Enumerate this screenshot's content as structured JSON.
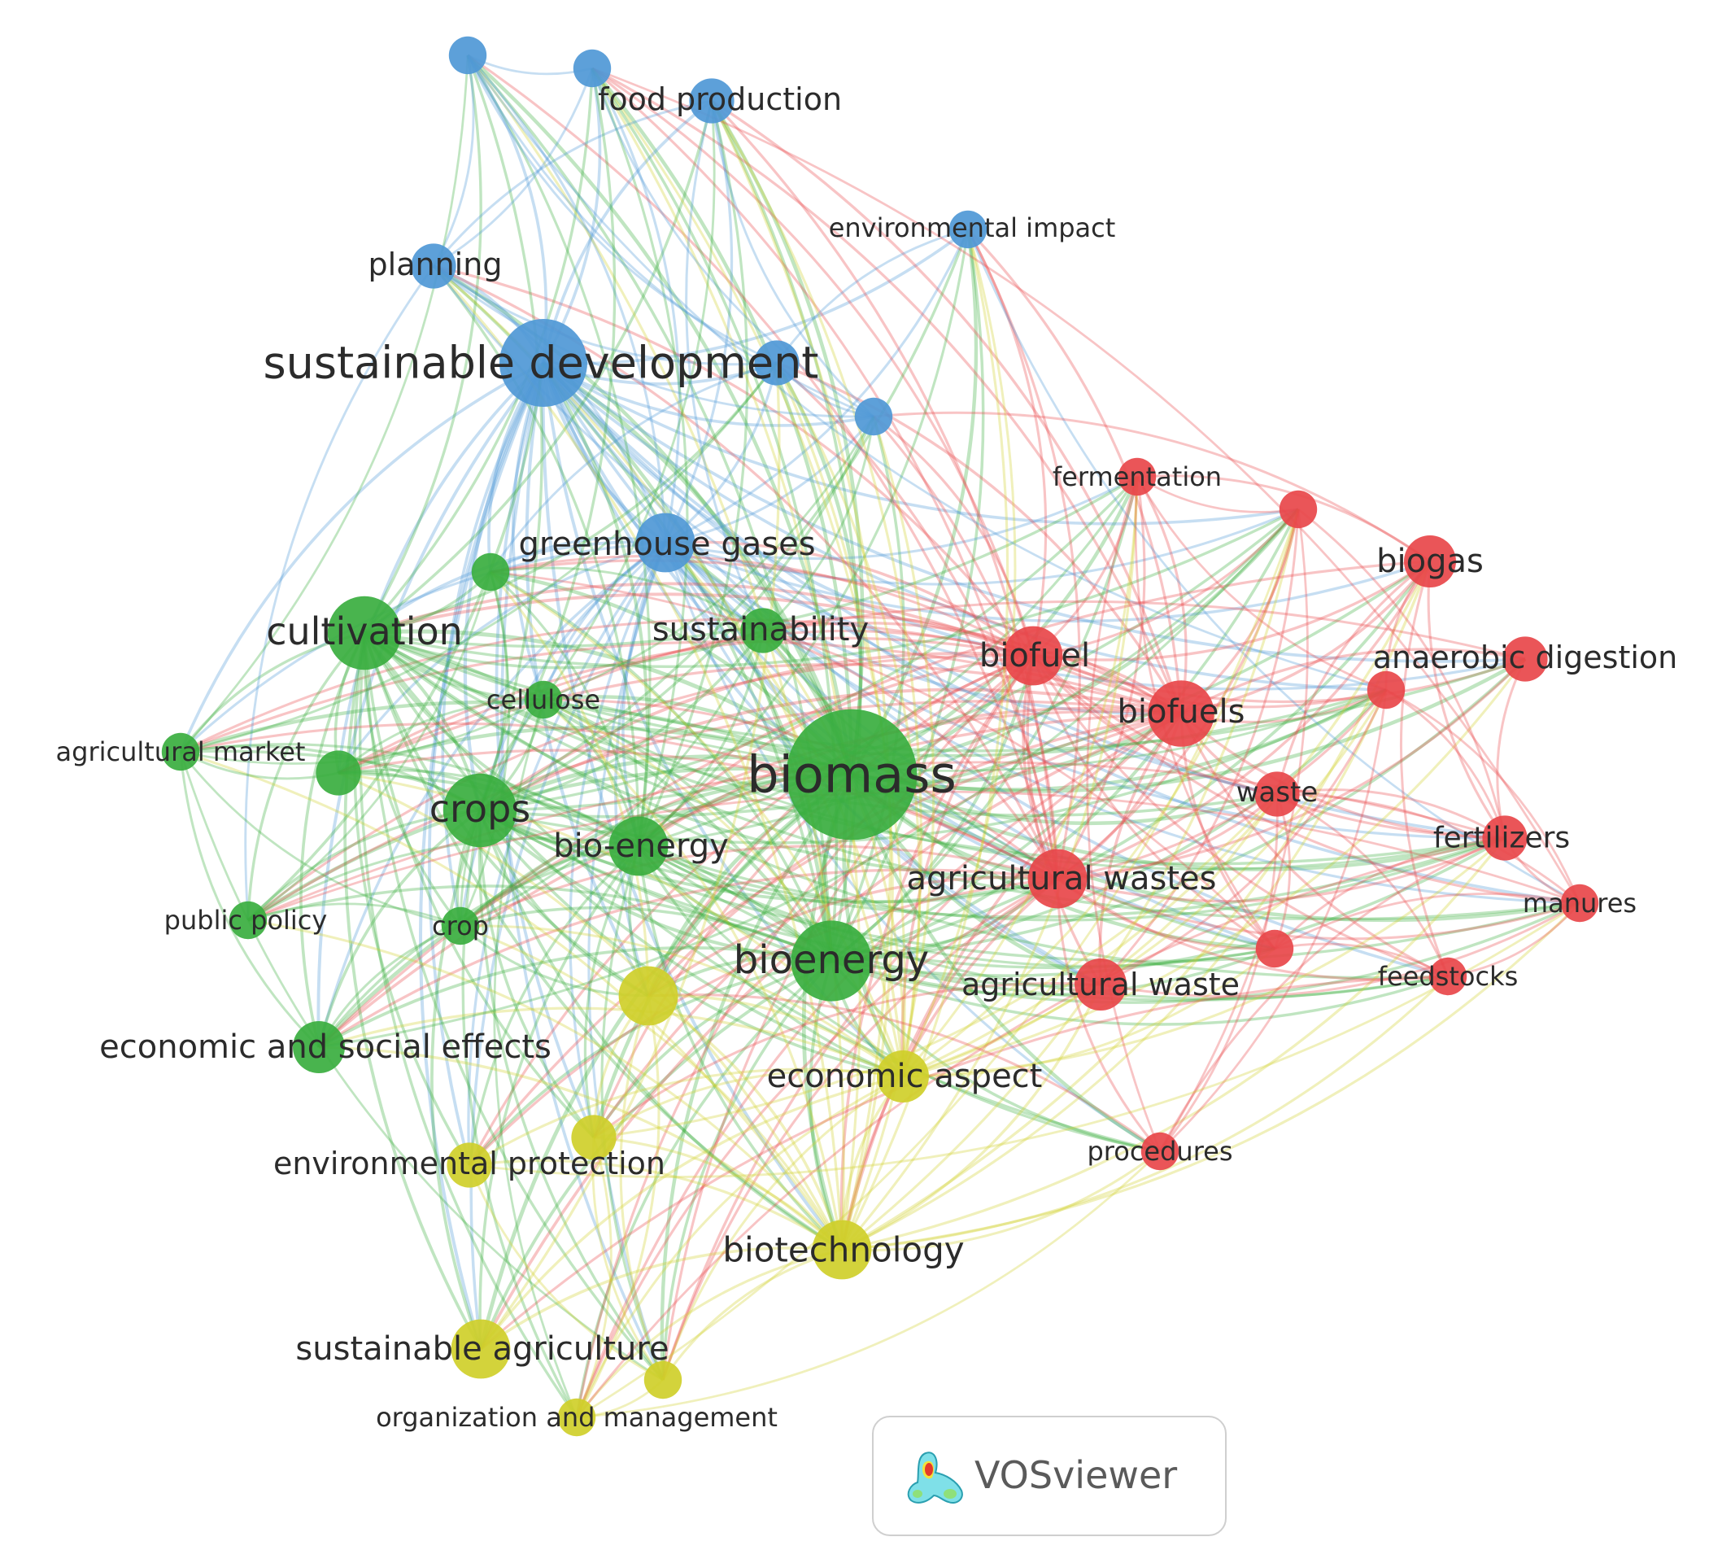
{
  "clusters": {
    "red": "#e8474a",
    "green": "#3aae3f",
    "blue": "#4f98d6",
    "yellow": "#cfcf2a"
  },
  "nodes": [
    {
      "id": "u1",
      "label": "",
      "cluster": "blue",
      "weight": 3
    },
    {
      "id": "u2",
      "label": "",
      "cluster": "blue",
      "weight": 3
    },
    {
      "id": "food-production",
      "label": "food production",
      "cluster": "blue",
      "weight": 4
    },
    {
      "id": "environmental-impact",
      "label": "environmental impact",
      "cluster": "blue",
      "weight": 3
    },
    {
      "id": "planning",
      "label": "planning",
      "cluster": "blue",
      "weight": 4
    },
    {
      "id": "sustainable-development",
      "label": "sustainable development",
      "cluster": "blue",
      "weight": 10
    },
    {
      "id": "u3",
      "label": "",
      "cluster": "blue",
      "weight": 4
    },
    {
      "id": "u4",
      "label": "",
      "cluster": "blue",
      "weight": 3
    },
    {
      "id": "greenhouse-gases",
      "label": "greenhouse gases",
      "cluster": "blue",
      "weight": 6
    },
    {
      "id": "fermentation",
      "label": "fermentation",
      "cluster": "red",
      "weight": 3
    },
    {
      "id": "u5",
      "label": "",
      "cluster": "red",
      "weight": 3
    },
    {
      "id": "biogas",
      "label": "biogas",
      "cluster": "red",
      "weight": 5
    },
    {
      "id": "biofuel",
      "label": "biofuel",
      "cluster": "red",
      "weight": 6
    },
    {
      "id": "anaerobic-digestion",
      "label": "anaerobic digestion",
      "cluster": "red",
      "weight": 4
    },
    {
      "id": "u6",
      "label": "",
      "cluster": "red",
      "weight": 3
    },
    {
      "id": "biofuels",
      "label": "biofuels",
      "cluster": "red",
      "weight": 7
    },
    {
      "id": "waste",
      "label": "waste",
      "cluster": "red",
      "weight": 4
    },
    {
      "id": "fertilizers",
      "label": "fertilizers",
      "cluster": "red",
      "weight": 4
    },
    {
      "id": "manures",
      "label": "manures",
      "cluster": "red",
      "weight": 3
    },
    {
      "id": "agricultural-wastes",
      "label": "agricultural wastes",
      "cluster": "red",
      "weight": 6
    },
    {
      "id": "u7",
      "label": "",
      "cluster": "red",
      "weight": 3
    },
    {
      "id": "agricultural-waste",
      "label": "agricultural waste",
      "cluster": "red",
      "weight": 5
    },
    {
      "id": "feedstocks",
      "label": "feedstocks",
      "cluster": "red",
      "weight": 3
    },
    {
      "id": "procedures",
      "label": "procedures",
      "cluster": "red",
      "weight": 3
    },
    {
      "id": "u8",
      "label": "",
      "cluster": "green",
      "weight": 3
    },
    {
      "id": "cultivation",
      "label": "cultivation",
      "cluster": "green",
      "weight": 8
    },
    {
      "id": "sustainability",
      "label": "sustainability",
      "cluster": "green",
      "weight": 4
    },
    {
      "id": "cellulose",
      "label": "cellulose",
      "cluster": "green",
      "weight": 3
    },
    {
      "id": "agricultural-market",
      "label": "agricultural market",
      "cluster": "green",
      "weight": 3
    },
    {
      "id": "u9",
      "label": "",
      "cluster": "green",
      "weight": 4
    },
    {
      "id": "biomass",
      "label": "biomass",
      "cluster": "green",
      "weight": 16
    },
    {
      "id": "crops",
      "label": "crops",
      "cluster": "green",
      "weight": 8
    },
    {
      "id": "bio-energy",
      "label": "bio-energy",
      "cluster": "green",
      "weight": 6
    },
    {
      "id": "public-policy",
      "label": "public policy",
      "cluster": "green",
      "weight": 3
    },
    {
      "id": "crop",
      "label": "crop",
      "cluster": "green",
      "weight": 3
    },
    {
      "id": "bioenergy",
      "label": "bioenergy",
      "cluster": "green",
      "weight": 9
    },
    {
      "id": "economic-and-social-effects",
      "label": "economic and social effects",
      "cluster": "green",
      "weight": 5
    },
    {
      "id": "u10",
      "label": "",
      "cluster": "yellow",
      "weight": 6
    },
    {
      "id": "economic-aspect",
      "label": "economic aspect",
      "cluster": "yellow",
      "weight": 5
    },
    {
      "id": "u11",
      "label": "",
      "cluster": "yellow",
      "weight": 4
    },
    {
      "id": "environmental-protection",
      "label": "environmental protection",
      "cluster": "yellow",
      "weight": 4
    },
    {
      "id": "biotechnology",
      "label": "biotechnology",
      "cluster": "yellow",
      "weight": 6
    },
    {
      "id": "sustainable-agriculture",
      "label": "sustainable agriculture",
      "cluster": "yellow",
      "weight": 6
    },
    {
      "id": "u12",
      "label": "",
      "cluster": "yellow",
      "weight": 3
    },
    {
      "id": "organization-and-management",
      "label": "organization and management",
      "cluster": "yellow",
      "weight": 3
    }
  ],
  "badge": {
    "text": "VOSviewer",
    "icon": "vosviewer-logo-icon"
  }
}
